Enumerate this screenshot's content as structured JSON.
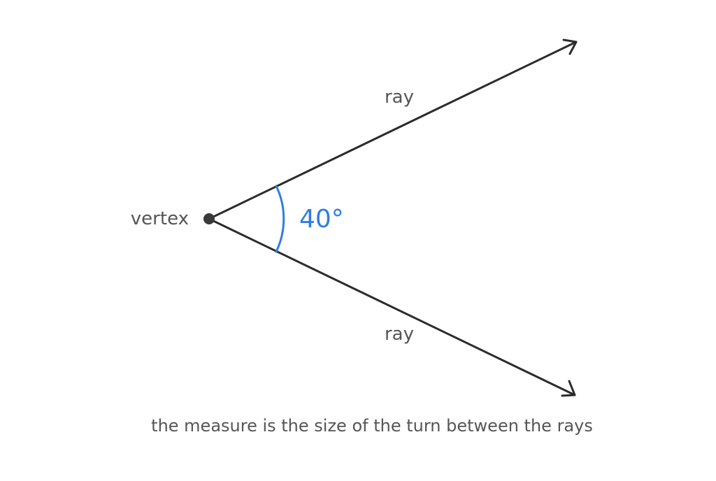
{
  "labels": {
    "vertex": "vertex",
    "ray_upper": "ray",
    "ray_lower": "ray",
    "angle_measure": "40°"
  },
  "caption": "the measure is the size of the turn between the rays",
  "angle_degrees": 40,
  "colors": {
    "line": "#2b2b2b",
    "text": "#555555",
    "accent": "#2f7de1",
    "background": "#ffffff"
  }
}
